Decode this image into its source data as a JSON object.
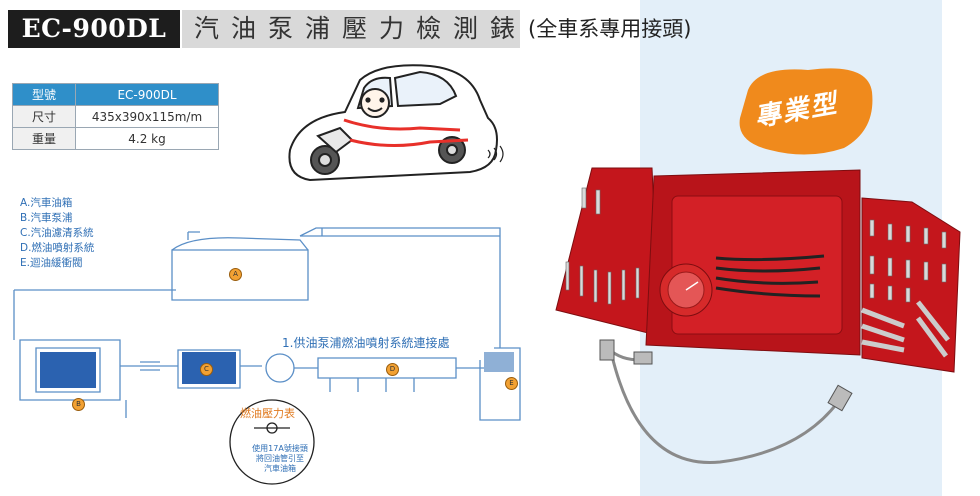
{
  "header": {
    "model_code": "EC-900DL",
    "product_name": "汽油泵浦壓力檢測錶",
    "subtitle": "(全車系專用接頭)"
  },
  "spec_table": {
    "rows": [
      {
        "key": "型號",
        "value": "EC-900DL"
      },
      {
        "key": "尺寸",
        "value": "435x390x115m/m"
      },
      {
        "key": "重量",
        "value": "4.2 kg"
      }
    ]
  },
  "diagram": {
    "legend": [
      "A.汽車油箱",
      "B.汽車泵浦",
      "C.汽油濾清系統",
      "D.燃油噴射系統",
      "E.迴油緩衝閥"
    ],
    "markers": [
      "A",
      "B",
      "C",
      "D",
      "E"
    ],
    "connection_label": "1.供油泵浦燃油噴射系統連接處",
    "gauge_label": "燃油壓力表",
    "gauge_note": [
      "使用17A號接頭",
      "將回油管引至",
      "汽車油箱"
    ]
  },
  "badge": {
    "text": "專業型"
  },
  "colors": {
    "accent_blue": "#2f8fc9",
    "case_red": "#c4161c",
    "badge_orange": "#f08a1c",
    "panel_bg": "#e3eff9"
  }
}
